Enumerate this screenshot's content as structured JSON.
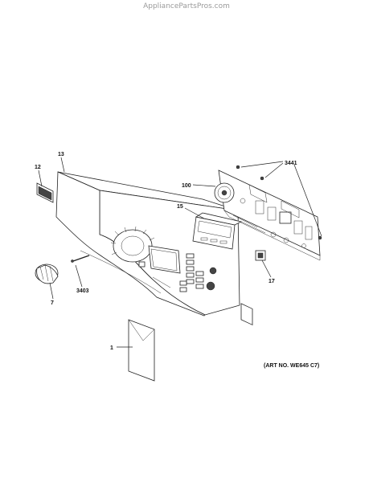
{
  "watermark": "AppliancePartsPros.com",
  "art_number": "(ART NO. WE645 C7)",
  "callouts": {
    "p13": "13",
    "p12": "12",
    "p3441": "3441",
    "p100": "100",
    "p15": "15",
    "p17": "17",
    "p3403": "3403",
    "p7": "7",
    "p1": "1"
  },
  "colors": {
    "line": "#222222",
    "watermark": "#9a9a9a"
  }
}
